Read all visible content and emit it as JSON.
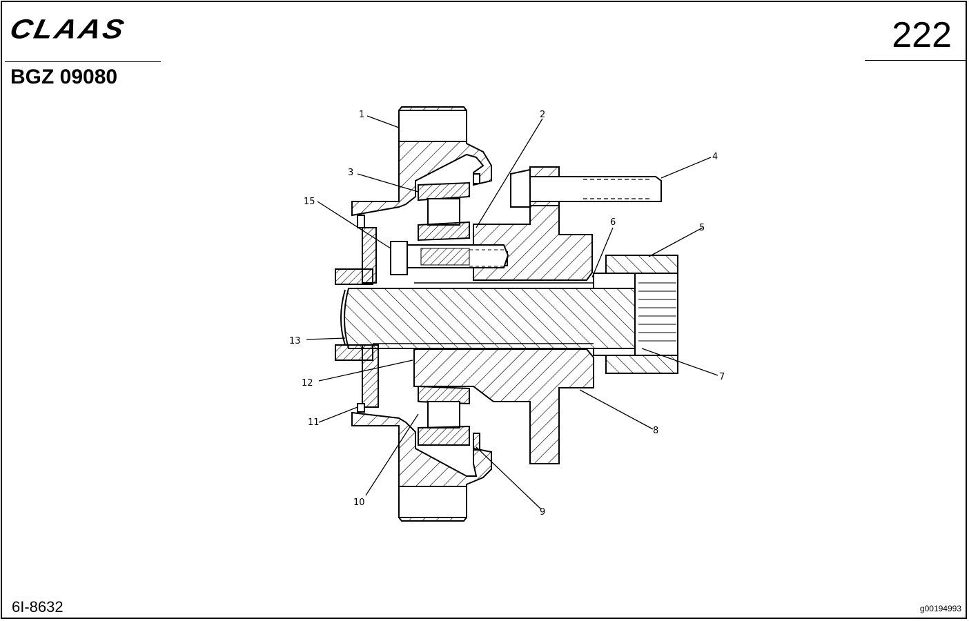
{
  "header": {
    "brand": "CLAAS",
    "group_code": "BGZ 09080",
    "page_number": "222"
  },
  "footer": {
    "reference": "6I-8632",
    "image_id": "g00194993"
  },
  "callouts": [
    "1",
    "2",
    "3",
    "4",
    "5",
    "6",
    "7",
    "8",
    "9",
    "10",
    "11",
    "12",
    "13",
    "15"
  ]
}
